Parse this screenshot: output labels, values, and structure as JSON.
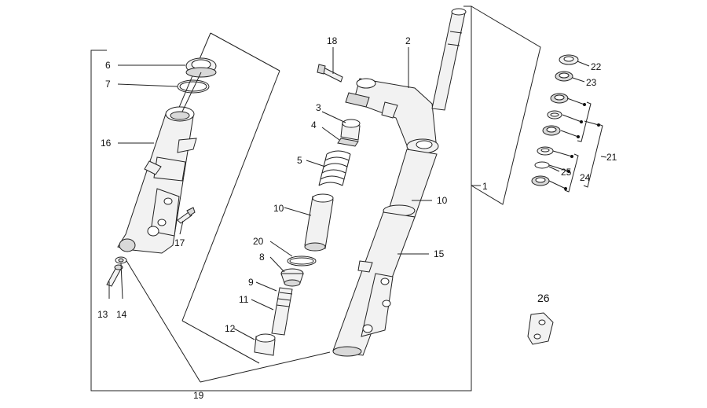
{
  "labels": {
    "l1": "1",
    "l2": "2",
    "l3": "3",
    "l4": "4",
    "l5": "5",
    "l6": "6",
    "l7": "7",
    "l8": "8",
    "l9": "9",
    "l10a": "10",
    "l10b": "10",
    "l11": "11",
    "l12": "12",
    "l13": "13",
    "l14": "14",
    "l15": "15",
    "l16": "16",
    "l17": "17",
    "l18": "18",
    "l19": "19",
    "l20": "20",
    "l21": "21",
    "l22": "22",
    "l23": "23",
    "l24": "24",
    "l25": "25",
    "l26": "26"
  }
}
